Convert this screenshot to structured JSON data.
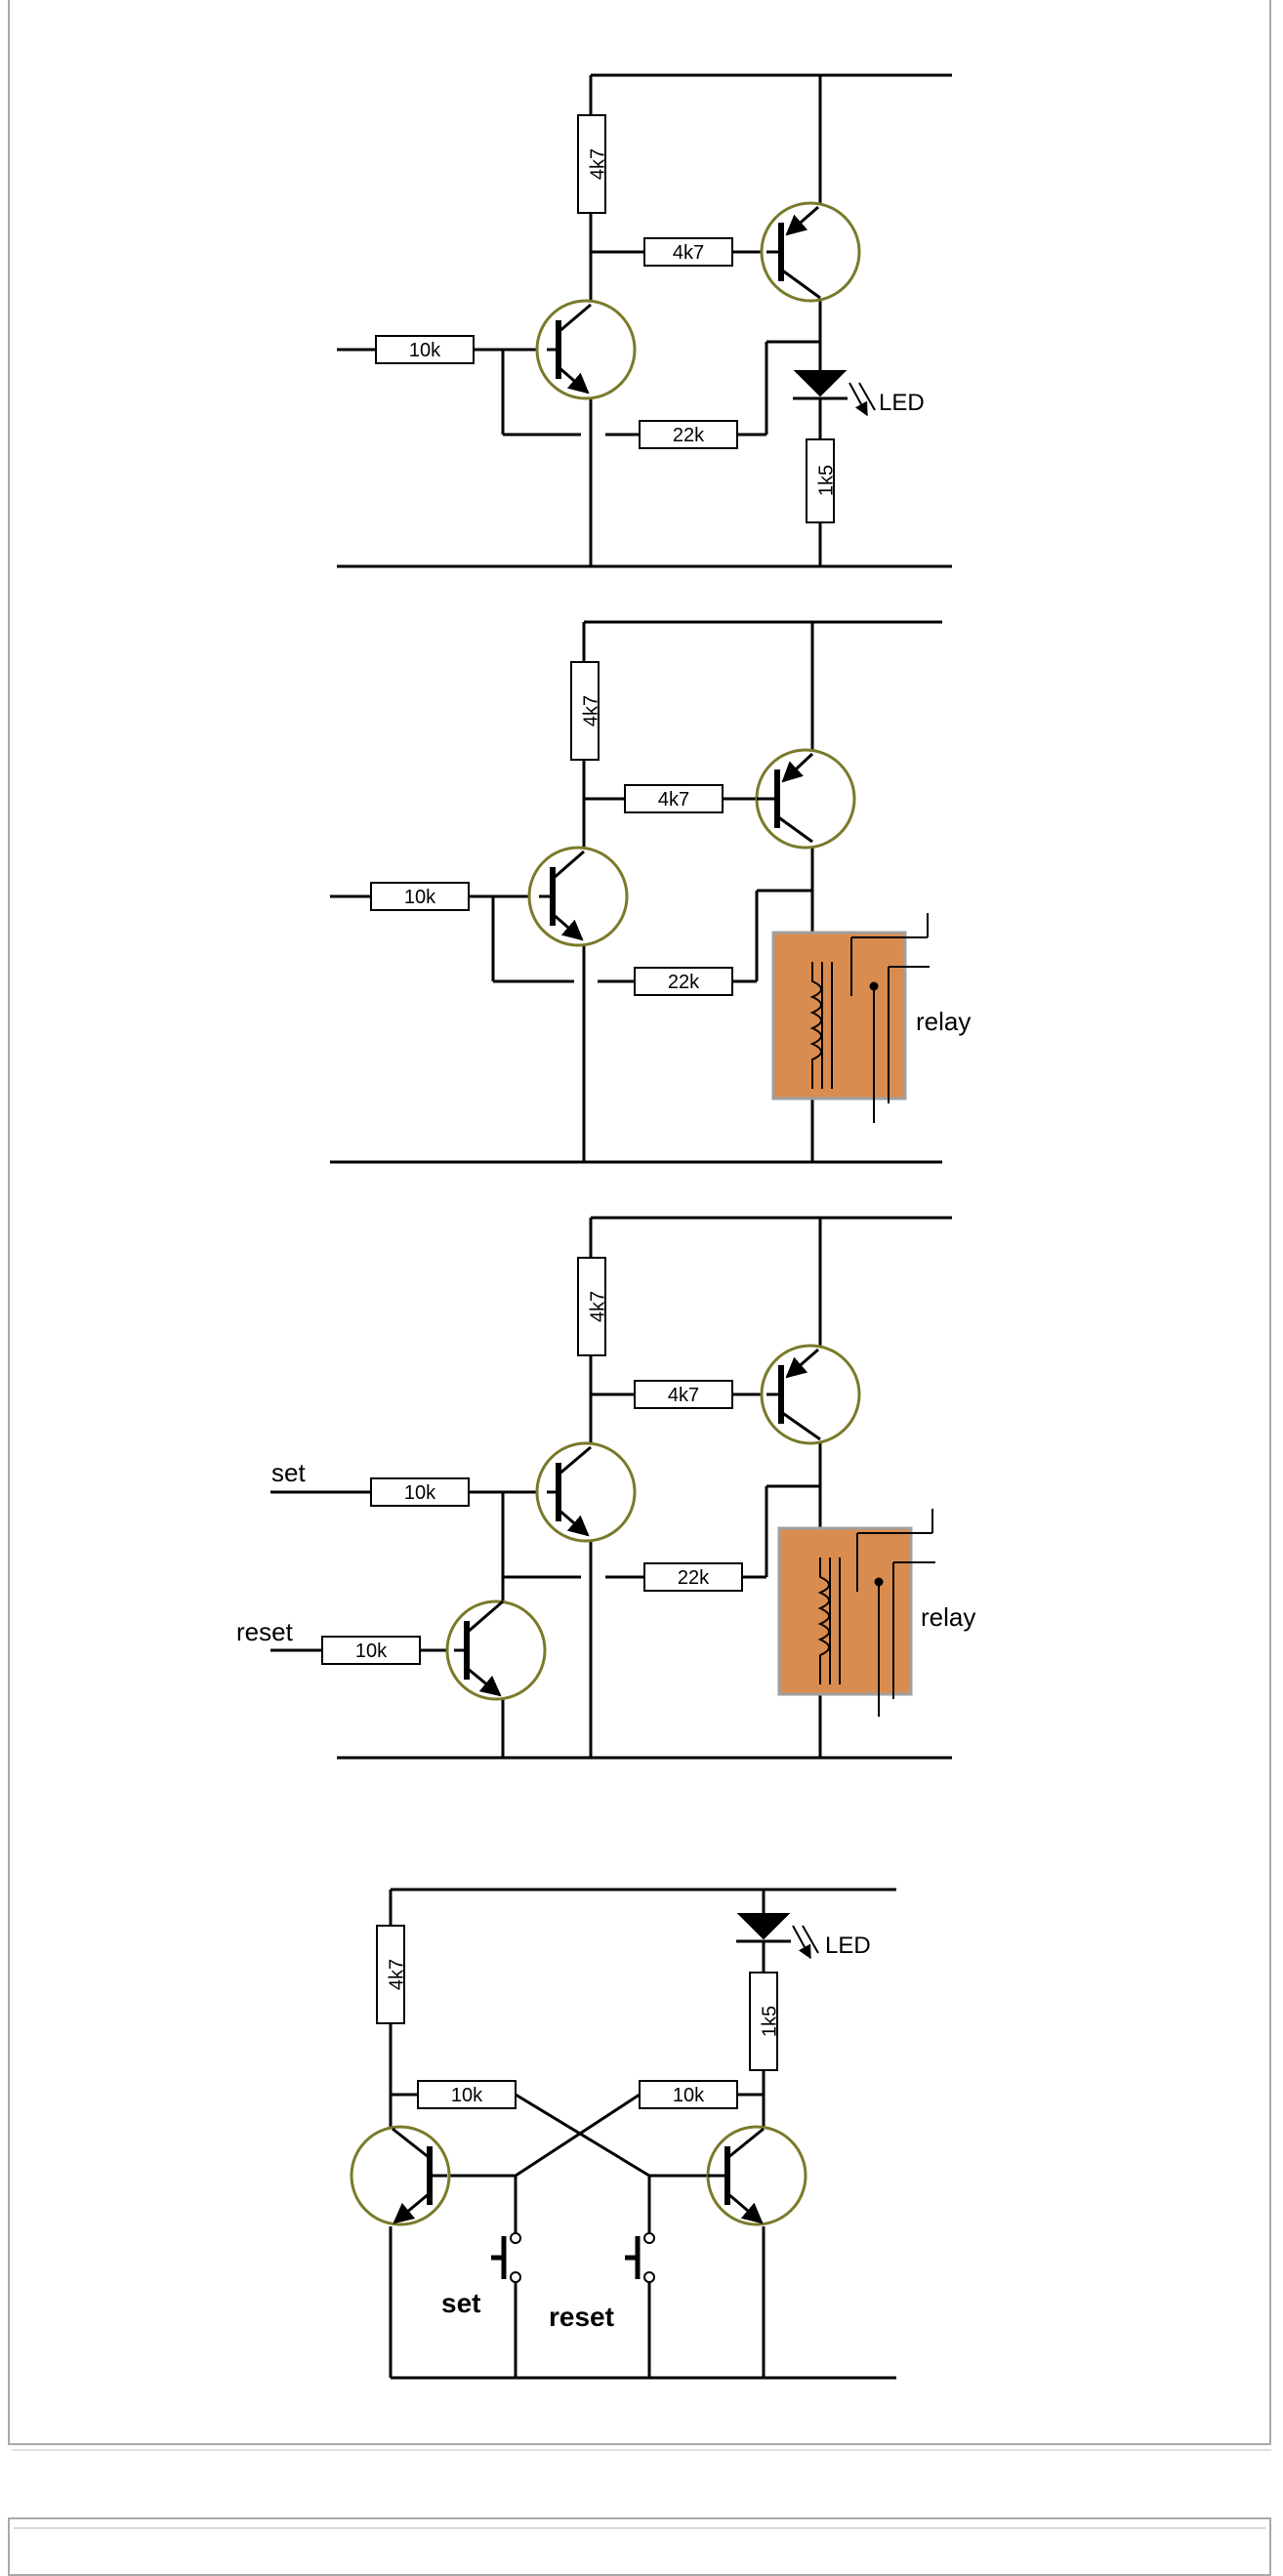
{
  "circuit1": {
    "r_top": "4k7",
    "r_bias": "4k7",
    "r_in": "10k",
    "r_feedback": "22k",
    "led_label": "LED",
    "r_led": "1k5"
  },
  "circuit2": {
    "r_top": "4k7",
    "r_bias": "4k7",
    "r_in": "10k",
    "r_feedback": "22k",
    "relay_label": "relay"
  },
  "circuit3": {
    "r_top": "4k7",
    "r_bias": "4k7",
    "set_label": "set",
    "r_set": "10k",
    "reset_label": "reset",
    "r_reset": "10k",
    "r_feedback": "22k",
    "relay_label": "relay"
  },
  "circuit4": {
    "r_left": "4k7",
    "r_cross_left": "10k",
    "r_cross_right": "10k",
    "led_label": "LED",
    "r_led": "1k5",
    "set_label": "set",
    "reset_label": "reset"
  },
  "colors": {
    "wire": "#000000",
    "transistor_ring": "#7a7a2a",
    "relay_fill": "#d98c4f",
    "relay_border": "#a0a0a0",
    "frame_border": "#a9a9a9"
  }
}
